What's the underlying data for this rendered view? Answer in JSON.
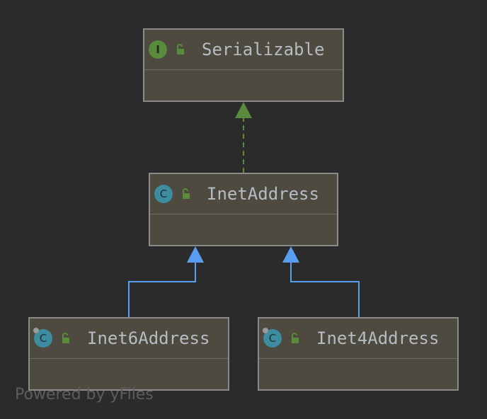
{
  "diagram": {
    "nodes": [
      {
        "id": "serializable",
        "kind": "interface",
        "badge": "I",
        "label": "Serializable"
      },
      {
        "id": "inetaddress",
        "kind": "class",
        "badge": "C",
        "label": "InetAddress"
      },
      {
        "id": "inet6address",
        "kind": "class",
        "badge": "C",
        "label": "Inet6Address"
      },
      {
        "id": "inet4address",
        "kind": "class",
        "badge": "C",
        "label": "Inet4Address"
      }
    ],
    "edges": [
      {
        "from": "inetaddress",
        "to": "serializable",
        "type": "implements"
      },
      {
        "from": "inet6address",
        "to": "inetaddress",
        "type": "extends"
      },
      {
        "from": "inet4address",
        "to": "inetaddress",
        "type": "extends"
      }
    ]
  },
  "colors": {
    "background": "#2b2b2b",
    "node_fill": "#4e4a40",
    "node_border": "#8a8a8a",
    "implements_edge": "#5a8a3c",
    "extends_edge": "#5a9ef0",
    "interface_badge": "#5a8a3c",
    "class_badge": "#3d8ca0",
    "lock": "#5a8a3c"
  },
  "watermark": "Powered by yFiles"
}
